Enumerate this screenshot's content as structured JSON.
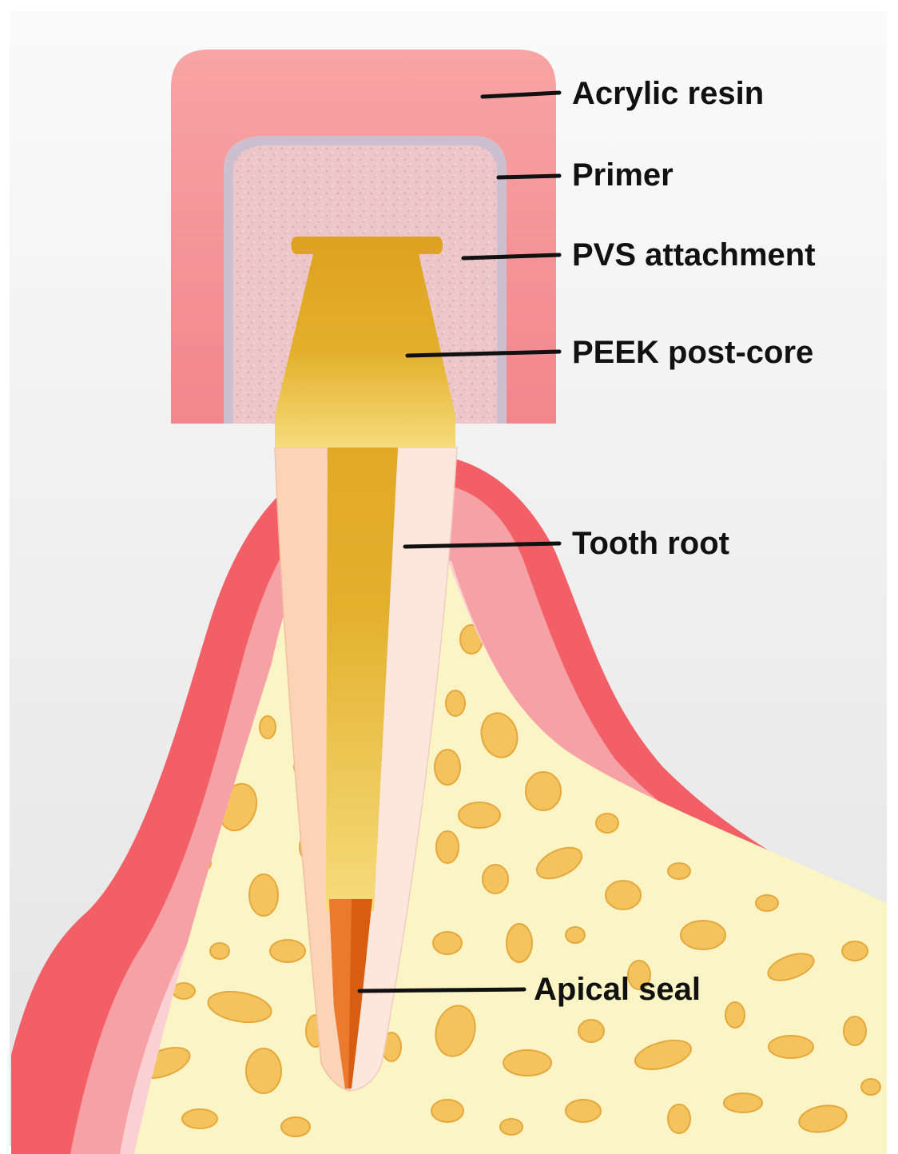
{
  "labels": {
    "acrylic_resin": "Acrylic resin",
    "primer": "Primer",
    "pvs_attachment": "PVS attachment",
    "peek_post_core": "PEEK post-core",
    "tooth_root": "Tooth root",
    "apical_seal": "Apical seal"
  },
  "colors": {
    "background": "#ededed",
    "acrylic": "#f4959a",
    "primer": "#cdbfd0",
    "pvs": "#eac7c9",
    "peek": "#e2a81a",
    "root_left": "#fbd3b6",
    "root_right": "#fde6dc",
    "gum_outer": "#f25f66",
    "gum_inner": "#f6a1a6",
    "gum_edge": "#fbd0d2",
    "bone": "#fbf5c6",
    "bone_pore": "#f4c35e",
    "apical_seal": "#d95d10"
  }
}
